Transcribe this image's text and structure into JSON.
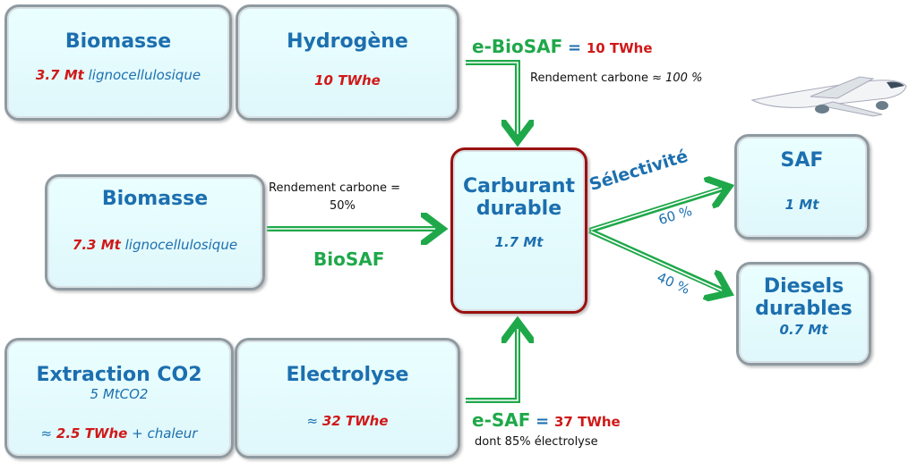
{
  "boxes": {
    "biomasse1": {
      "title": "Biomasse",
      "value": "3.7 Mt",
      "desc": "lignocellulosique"
    },
    "hydrogene": {
      "title": "Hydrogène",
      "value": "10 TWhe"
    },
    "biomasse2": {
      "title": "Biomasse",
      "value": "7.3 Mt",
      "desc": "lignocellulosique"
    },
    "carburant": {
      "title1": "Carburant",
      "title2": "durable",
      "value": "1.7 Mt"
    },
    "saf": {
      "title": "SAF",
      "value": "1 Mt"
    },
    "diesels": {
      "title1": "Diesels",
      "title2": "durables",
      "value": "0.7 Mt"
    },
    "extraction": {
      "title": "Extraction CO2",
      "sub": "5 MtCO2",
      "approx": "≈",
      "value": "2.5 TWhe",
      "extra": "+ chaleur"
    },
    "electrolyse": {
      "title": "Electrolyse",
      "approx": "≈",
      "value": "32 TWhe"
    }
  },
  "labels": {
    "ebiosaf": {
      "name": "e-BioSAF",
      "eq": "=",
      "value": "10 TWhe",
      "note": "Rendement carbone ≈",
      "note_value": "100 %"
    },
    "biosaf": {
      "name": "BioSAF",
      "note1": "Rendement carbone  =",
      "note2": "50%"
    },
    "esaf": {
      "name": "e-SAF",
      "eq": "=",
      "value": "37 TWhe",
      "note": "dont 85% électrolyse"
    },
    "selectivite": "Sélectivité",
    "pct_saf": "60 %",
    "pct_diesel": "40 %"
  },
  "colors": {
    "green": "#1fa84a",
    "blue": "#1c6faf",
    "red": "#d01818",
    "border_red": "#9a1010"
  }
}
